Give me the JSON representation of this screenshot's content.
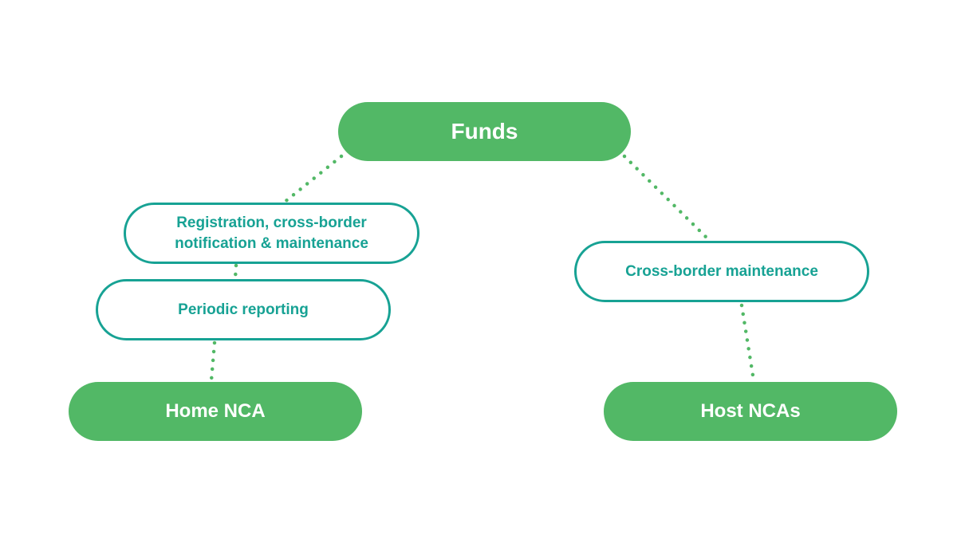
{
  "colors": {
    "filled_node": "#52b866",
    "outline_node": "#17a294",
    "connector": "#52b866",
    "background": "#ffffff"
  },
  "nodes": {
    "funds": "Funds",
    "home_nca": "Home NCA",
    "host_ncas": "Host NCAs",
    "registration": "Registration, cross-border notification & maintenance",
    "periodic_reporting": "Periodic reporting",
    "cross_border_maintenance": "Cross-border maintenance"
  }
}
